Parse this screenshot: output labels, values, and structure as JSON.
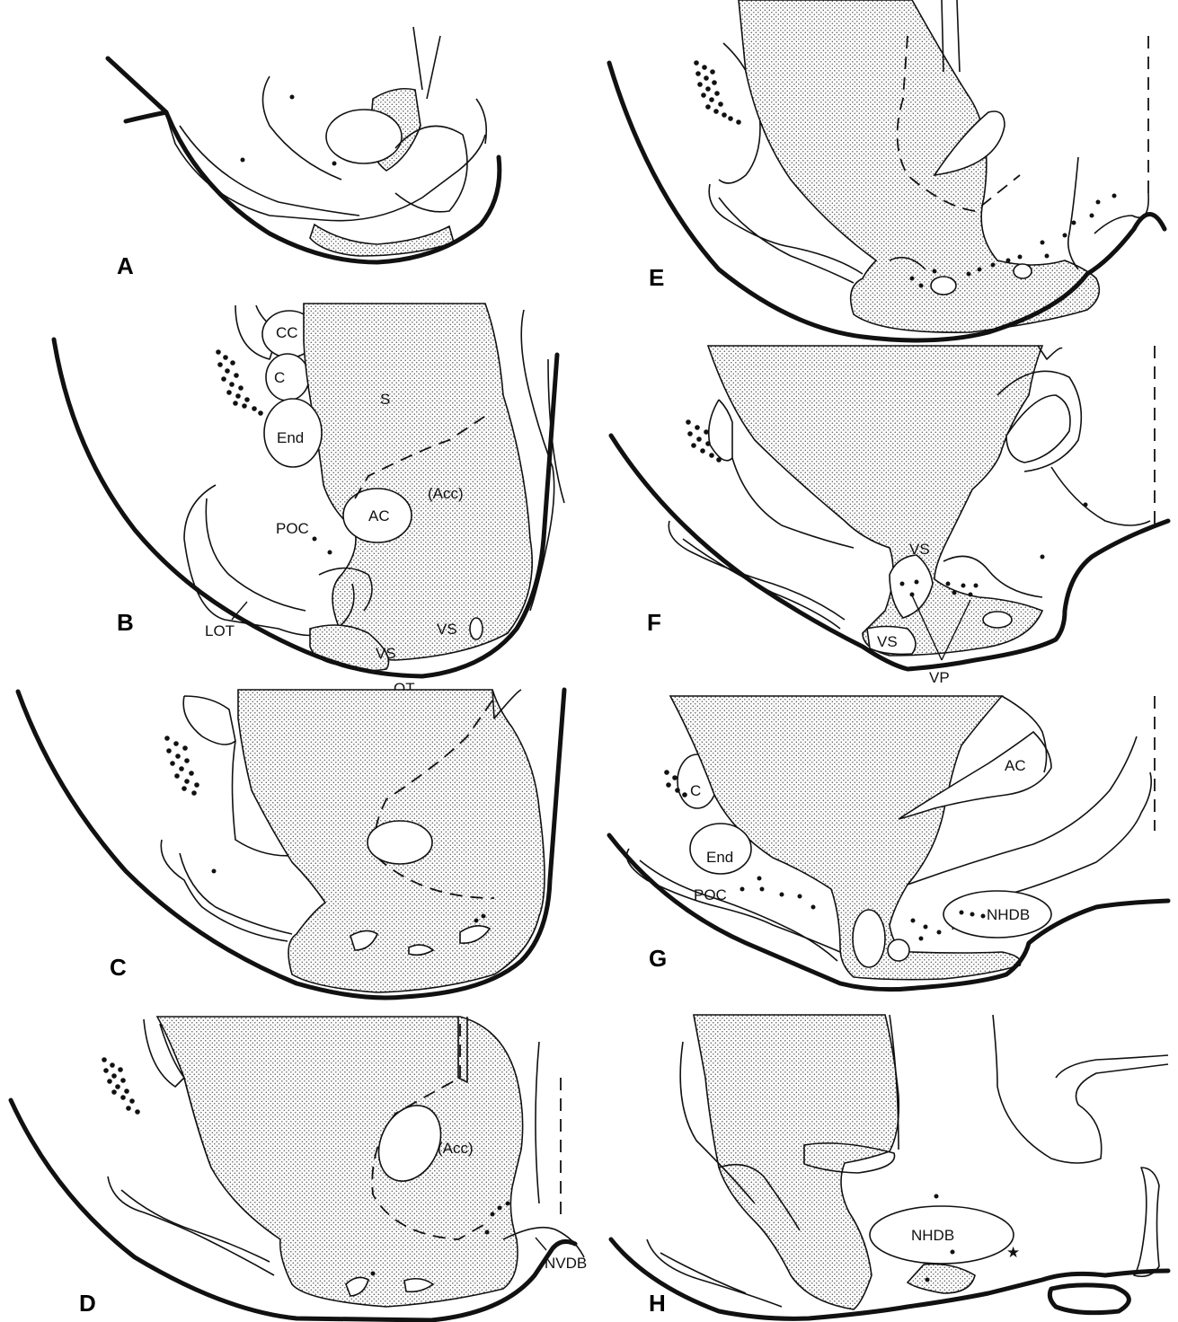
{
  "figure": {
    "panels": [
      {
        "id": "A",
        "label": "A",
        "structures": []
      },
      {
        "id": "B",
        "label": "B",
        "structures": [
          "CC",
          "C",
          "S",
          "End",
          "(Acc)",
          "AC",
          "POC",
          "LOT",
          "VS",
          "VS",
          "OT"
        ]
      },
      {
        "id": "C",
        "label": "C",
        "structures": []
      },
      {
        "id": "D",
        "label": "D",
        "structures": [
          "(Acc)",
          "NVDB"
        ]
      },
      {
        "id": "E",
        "label": "E",
        "structures": []
      },
      {
        "id": "F",
        "label": "F",
        "structures": [
          "VS",
          "VS",
          "VP"
        ]
      },
      {
        "id": "G",
        "label": "G",
        "structures": [
          "AC",
          "C",
          "End",
          "POC",
          "NHDB"
        ]
      },
      {
        "id": "H",
        "label": "H",
        "structures": [
          "NHDB"
        ]
      }
    ]
  },
  "colors": {
    "ink": "#111111",
    "background": "#ffffff",
    "stipple": "#555555"
  }
}
